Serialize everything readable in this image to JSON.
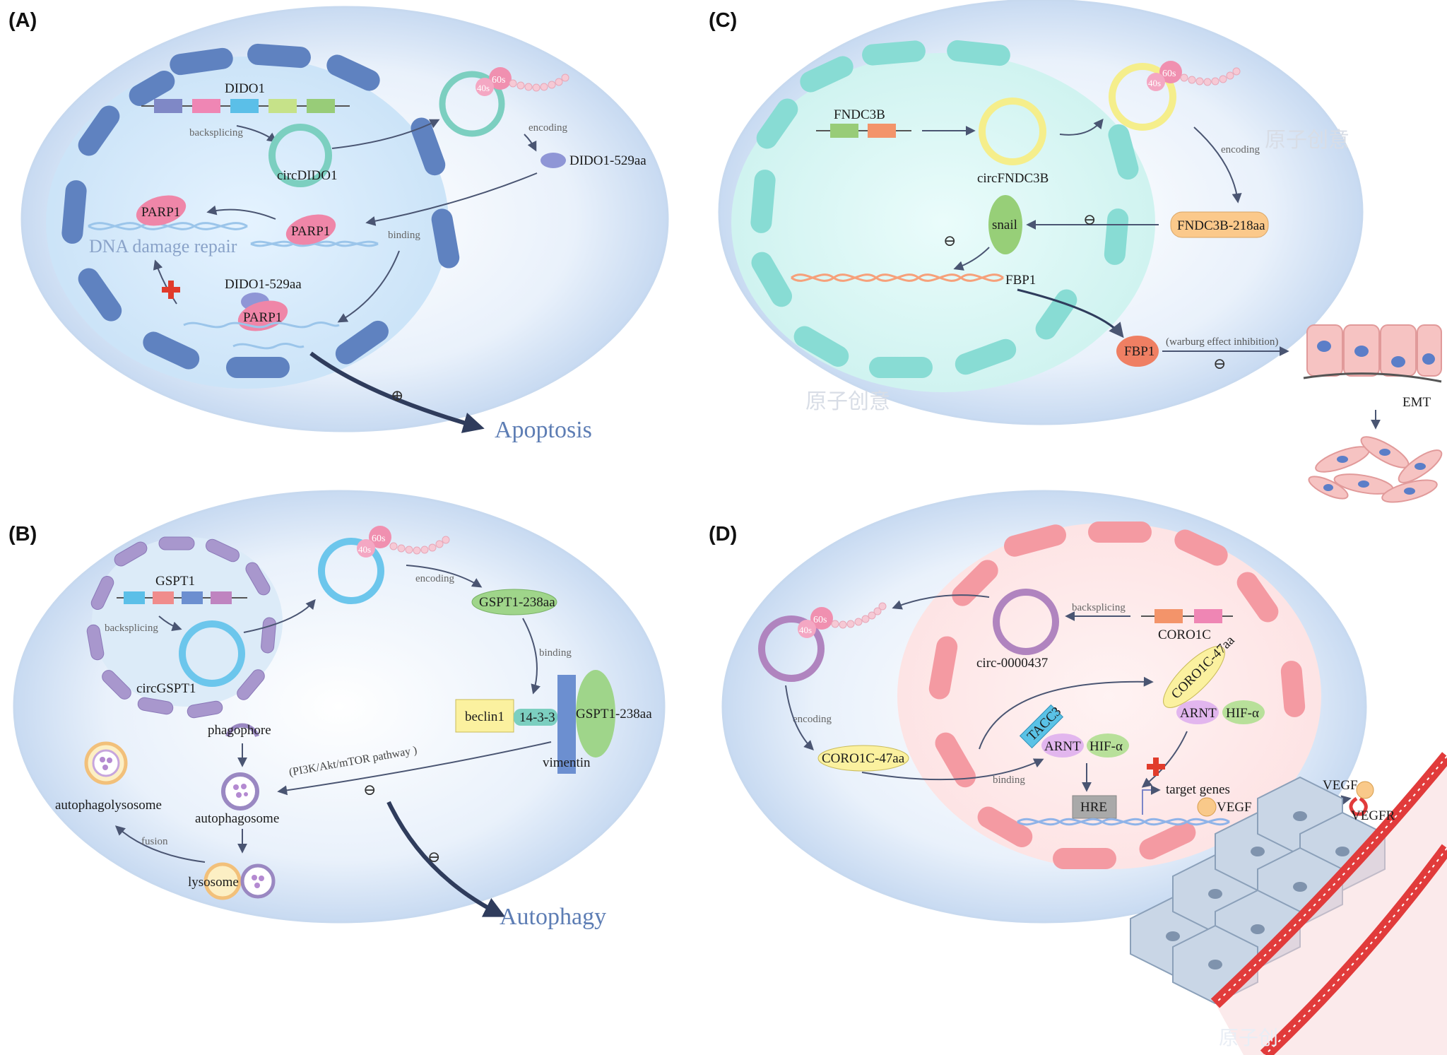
{
  "panels": {
    "A": {
      "label": "(A)",
      "gene": "DIDO1",
      "backsplicing": "backsplicing",
      "circ": "circDIDO1",
      "ribo_60": "60s",
      "ribo_40": "40s",
      "encoding": "encoding",
      "protein": "DIDO1-529aa",
      "binding": "binding",
      "parp1": "PARP1",
      "dna_repair": "DNA damage repair",
      "protein_2": "DIDO1-529aa",
      "plus": "⊕",
      "outcome": "Apoptosis"
    },
    "B": {
      "label": "(B)",
      "gene": "GSPT1",
      "backsplicing": "backsplicing",
      "circ": "circGSPT1",
      "ribo_60": "60s",
      "ribo_40": "40s",
      "encoding": "encoding",
      "protein": "GSPT1-238aa",
      "binding": "binding",
      "beclin": "beclin1",
      "p1433": "14-3-3",
      "protein_2": "GSPT1-238aa",
      "vimentin": "vimentin",
      "phagophore": "phagophore",
      "autophagosome": "autophagosome",
      "autophagolysosome": "autophagolysosome",
      "fusion": "fusion",
      "lysosome": "lysosome",
      "pathway": "(PI3K/Akt/mTOR pathway )",
      "minus": "⊖",
      "outcome": "Autophagy"
    },
    "C": {
      "label": "(C)",
      "gene": "FNDC3B",
      "circ": "circFNDC3B",
      "ribo_60": "60s",
      "ribo_40": "40s",
      "encoding": "encoding",
      "protein": "FNDC3B-218aa",
      "snail": "snail",
      "fbp1_gene": "FBP1",
      "fbp1": "FBP1",
      "warburg": "(warburg effect inhibition)",
      "emt": "EMT",
      "minus": "⊖",
      "watermark": "原子创意"
    },
    "D": {
      "label": "(D)",
      "gene": "CORO1C",
      "backsplicing": "backsplicing",
      "circ": "circ-0000437",
      "ribo_60": "60s",
      "ribo_40": "40s",
      "encoding": "encoding",
      "protein": "CORO1C-47aa",
      "binding": "binding",
      "tacc3": "TACC3",
      "arnt": "ARNT",
      "hif": "HIF-α",
      "hre": "HRE",
      "target": "target genes",
      "vegf": "VEGF",
      "vegf_2": "VEGF",
      "vegfr": "VEGFR",
      "watermark": "原子创"
    }
  },
  "colors": {
    "cell_fill": "#dde9f7",
    "cell_edge": "#b9cfeb",
    "nucleus_A": "#5f82c0",
    "nucleus_B": "#9a88c2",
    "nucleus_C": "#7fd6cf",
    "nucleus_D": "#f08a94",
    "parp1": "#ef86a8",
    "ribosome": "#f090b0"
  }
}
